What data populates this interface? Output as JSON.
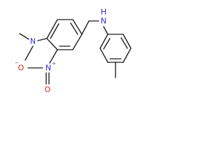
{
  "structure": {
    "atoms": {
      "nitrogen_dimethylamino": "N",
      "nitrogen_amine": "N",
      "amine_hydrogen": "H",
      "nitro_nitrogen": "N",
      "nitro_plus": "+",
      "nitro_oxygen_double": "O",
      "nitro_oxygen_single": "O",
      "nitro_oxygen_minus": "−"
    },
    "colors": {
      "carbon_bond": "#1a1a1a",
      "nitrogen": "#2d2dd6",
      "oxygen": "#e01e1e"
    }
  }
}
